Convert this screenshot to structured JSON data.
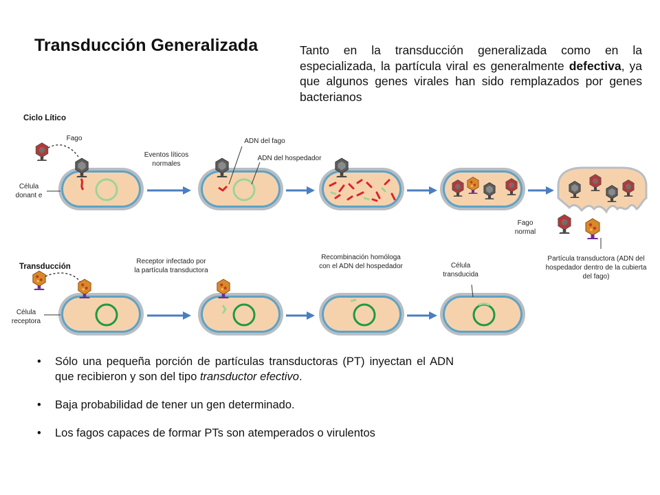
{
  "title": "Transducción Generalizada",
  "intro": {
    "part1": "Tanto en la transducción generalizada como en la especializada, la partícula viral es generalmente ",
    "bold": "defectiva",
    "part2": ", ya que algunos genes virales han sido remplazados por genes bacterianos"
  },
  "lytic": {
    "section_label": "Ciclo Lítico",
    "labels": {
      "phage": "Fago",
      "donor_cell": "Célula donant e",
      "normal_events": "Eventos líticos normales",
      "phage_dna": "ADN del fago",
      "host_dna": "ADN del hospedador",
      "normal_phage": "Fago normal",
      "transducing_particle": "Partícula transductora (ADN del hospedador dentro de la cubierta del fago)"
    }
  },
  "transduction": {
    "section_label": "Transducción",
    "labels": {
      "recipient_cell": "Célula receptora",
      "infected_receptor": "Receptor infectado por la partícula transductora",
      "recombination": "Recombinación homóloga con el ADN del hospedador",
      "transduced_cell": "Célula transducida"
    }
  },
  "bullets": [
    {
      "text": "Sólo una pequeña porción de partículas transductoras (PT) inyectan el ADN que recibieron y son del tipo ",
      "italic": "transductor efectivo",
      "end": "."
    },
    {
      "text": "Baja probabilidad de tener un gen determinado.",
      "italic": "",
      "end": ""
    },
    {
      "text": "Los fagos capaces de formar PTs son atemperados o virulentos",
      "italic": "",
      "end": ""
    }
  ],
  "colors": {
    "cell_fill": "#f6d2ac",
    "cell_outer": "#b9bec3",
    "cell_inner": "#5da3c6",
    "arrow": "#4a7ec0",
    "phage_dna": "#d9252a",
    "host_dna_light": "#9fd39a",
    "host_dna_dark": "#1d9a44",
    "phage_head": "#5d5d5d",
    "transducing_head": "#d8892a"
  },
  "icons": [
    "phage-icon",
    "bacterial-cell",
    "process-arrow",
    "chromosome-ring",
    "transducing-particle-icon"
  ]
}
